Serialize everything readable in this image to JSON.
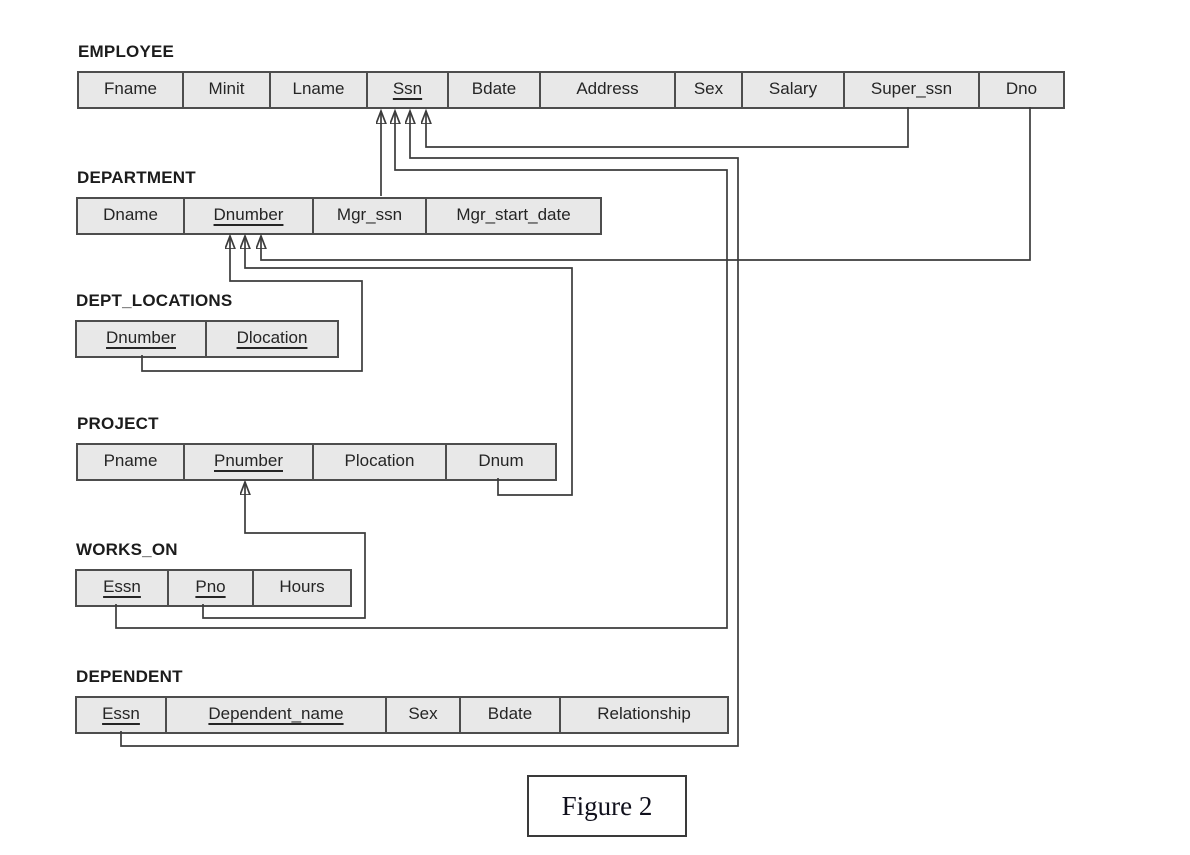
{
  "figure": {
    "caption": "Figure 2"
  },
  "colors": {
    "cell_fill": "#e8e8e8",
    "cell_border": "#4d4d4d",
    "wire": "#3c3c3c",
    "title_text": "#1c1c1c"
  },
  "tables": {
    "employee": {
      "name": "EMPLOYEE",
      "attributes": [
        {
          "name": "Fname",
          "key": false
        },
        {
          "name": "Minit",
          "key": false
        },
        {
          "name": "Lname",
          "key": false
        },
        {
          "name": "Ssn",
          "key": true
        },
        {
          "name": "Bdate",
          "key": false
        },
        {
          "name": "Address",
          "key": false
        },
        {
          "name": "Sex",
          "key": false
        },
        {
          "name": "Salary",
          "key": false
        },
        {
          "name": "Super_ssn",
          "key": false
        },
        {
          "name": "Dno",
          "key": false
        }
      ]
    },
    "department": {
      "name": "DEPARTMENT",
      "attributes": [
        {
          "name": "Dname",
          "key": false
        },
        {
          "name": "Dnumber",
          "key": true
        },
        {
          "name": "Mgr_ssn",
          "key": false
        },
        {
          "name": "Mgr_start_date",
          "key": false
        }
      ]
    },
    "dept_locations": {
      "name": "DEPT_LOCATIONS",
      "attributes": [
        {
          "name": "Dnumber",
          "key": true
        },
        {
          "name": "Dlocation",
          "key": true
        }
      ]
    },
    "project": {
      "name": "PROJECT",
      "attributes": [
        {
          "name": "Pname",
          "key": false
        },
        {
          "name": "Pnumber",
          "key": true
        },
        {
          "name": "Plocation",
          "key": false
        },
        {
          "name": "Dnum",
          "key": false
        }
      ]
    },
    "works_on": {
      "name": "WORKS_ON",
      "attributes": [
        {
          "name": "Essn",
          "key": true
        },
        {
          "name": "Pno",
          "key": true
        },
        {
          "name": "Hours",
          "key": false
        }
      ]
    },
    "dependent": {
      "name": "DEPENDENT",
      "attributes": [
        {
          "name": "Essn",
          "key": true
        },
        {
          "name": "Dependent_name",
          "key": true
        },
        {
          "name": "Sex",
          "key": false
        },
        {
          "name": "Bdate",
          "key": false
        },
        {
          "name": "Relationship",
          "key": false
        }
      ]
    }
  },
  "foreign_keys": [
    {
      "from": "DEPARTMENT.Mgr_ssn",
      "to": "EMPLOYEE.Ssn"
    },
    {
      "from": "WORKS_ON.Essn",
      "to": "EMPLOYEE.Ssn"
    },
    {
      "from": "DEPENDENT.Essn",
      "to": "EMPLOYEE.Ssn"
    },
    {
      "from": "EMPLOYEE.Super_ssn",
      "to": "EMPLOYEE.Ssn"
    },
    {
      "from": "DEPT_LOCATIONS.Dnumber",
      "to": "DEPARTMENT.Dnumber"
    },
    {
      "from": "PROJECT.Dnum",
      "to": "DEPARTMENT.Dnumber"
    },
    {
      "from": "EMPLOYEE.Dno",
      "to": "DEPARTMENT.Dnumber"
    },
    {
      "from": "WORKS_ON.Pno",
      "to": "PROJECT.Pnumber"
    }
  ]
}
